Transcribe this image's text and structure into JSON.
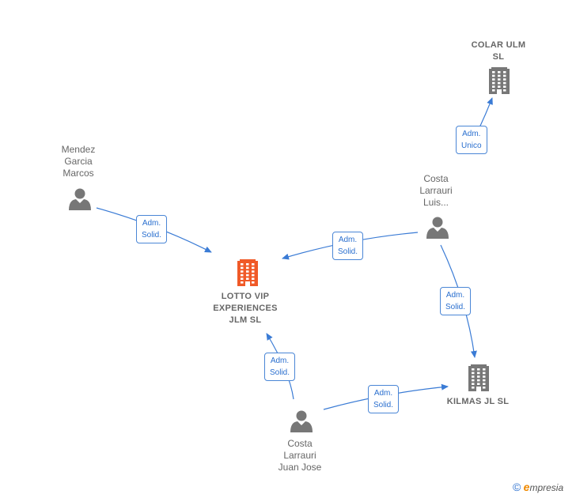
{
  "nodes": {
    "lotto": {
      "type": "company",
      "highlight": true,
      "label": [
        "LOTTO VIP",
        "EXPERIENCES",
        "JLM  SL"
      ]
    },
    "colar": {
      "type": "company",
      "highlight": false,
      "label": [
        "COLAR ULM",
        "SL"
      ]
    },
    "kilmas": {
      "type": "company",
      "highlight": false,
      "label": [
        "KILMAS JL  SL"
      ]
    },
    "mendez": {
      "type": "person",
      "label": [
        "Mendez",
        "Garcia",
        "Marcos"
      ]
    },
    "luis": {
      "type": "person",
      "label": [
        "Costa",
        "Larrauri",
        "Luis..."
      ]
    },
    "juanjose": {
      "type": "person",
      "label": [
        "Costa",
        "Larrauri",
        "Juan Jose"
      ]
    }
  },
  "edges": [
    {
      "from": "mendez",
      "to": "lotto",
      "label": [
        "Adm.",
        "Solid."
      ]
    },
    {
      "from": "luis",
      "to": "lotto",
      "label": [
        "Adm.",
        "Solid."
      ]
    },
    {
      "from": "luis",
      "to": "colar",
      "label": [
        "Adm.",
        "Unico"
      ]
    },
    {
      "from": "luis",
      "to": "kilmas",
      "label": [
        "Adm.",
        "Solid."
      ]
    },
    {
      "from": "juanjose",
      "to": "lotto",
      "label": [
        "Adm.",
        "Solid."
      ]
    },
    {
      "from": "juanjose",
      "to": "kilmas",
      "label": [
        "Adm.",
        "Solid."
      ]
    }
  ],
  "colors": {
    "edge": "#3a7bd5",
    "company_highlight": "#f05a28",
    "company": "#777777",
    "person": "#777777"
  },
  "icons": {
    "company": "building-icon",
    "person": "person-icon",
    "copyright": "copyright-icon"
  },
  "brand": {
    "copyright": "©",
    "e": "e",
    "rest": "mpresia"
  }
}
